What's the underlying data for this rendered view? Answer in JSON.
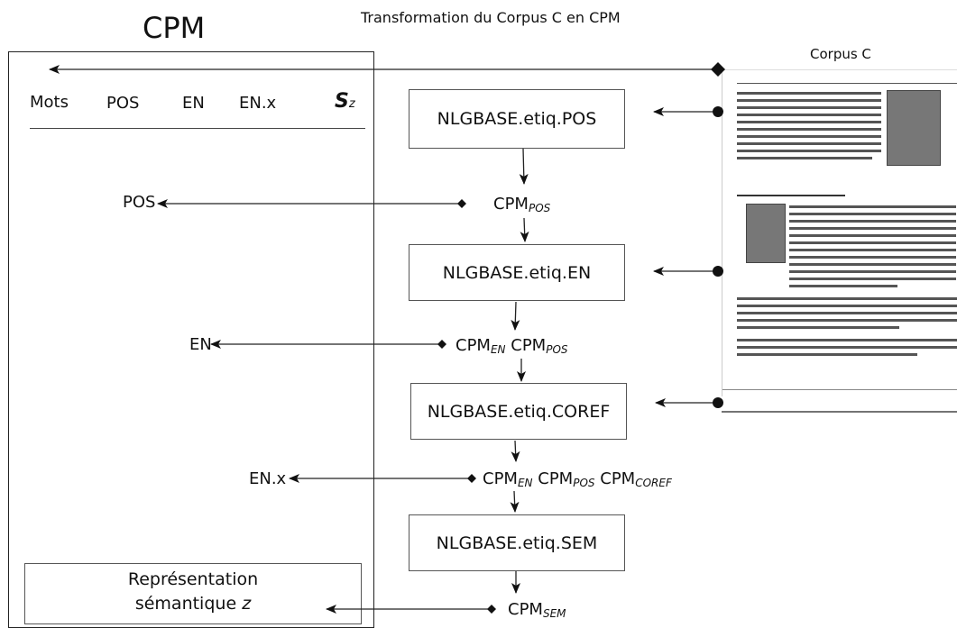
{
  "title": "Transformation du Corpus C en CPM",
  "cpm_title": "CPM",
  "corpus_label": "Corpus C",
  "columns": [
    "Mots",
    "POS",
    "EN",
    "EN.x",
    "S"
  ],
  "columns_sub": "z",
  "outputs": {
    "pos": "POS",
    "en": "EN",
    "enx": "EN.x"
  },
  "representation": {
    "line1": "Représentation",
    "line2": "sémantique",
    "var": "z"
  },
  "steps": [
    {
      "label": "NLGBASE.etiq.POS"
    },
    {
      "label": "NLGBASE.etiq.EN"
    },
    {
      "label": "NLGBASE.etiq.COREF"
    },
    {
      "label": "NLGBASE.etiq.SEM"
    }
  ],
  "cpm": {
    "base": "CPM",
    "pos": "POS",
    "en": "EN",
    "coref": "COREF",
    "sem": "SEM"
  },
  "colors": {
    "line": "#333333",
    "box_border": "#555555"
  }
}
